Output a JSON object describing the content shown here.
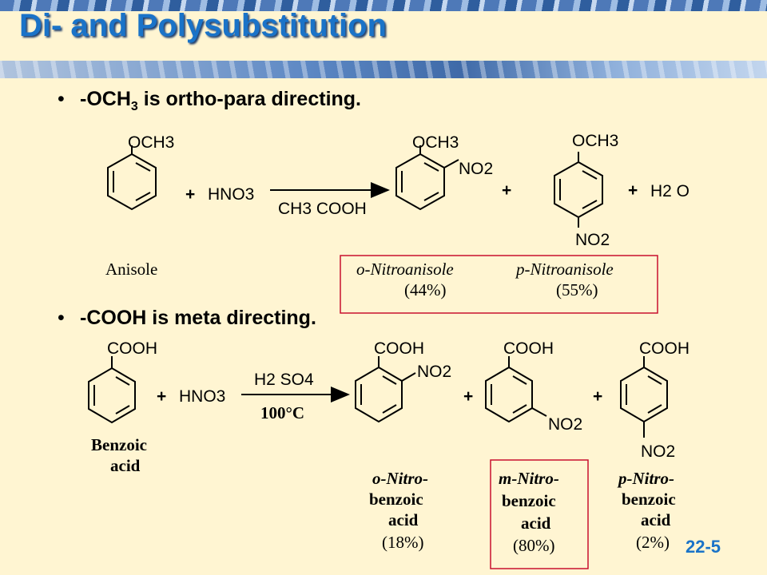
{
  "title": "Di- and Polysubstitution",
  "slide_number": "22-5",
  "bullets": [
    {
      "prefix": "-OCH",
      "subscript": "3",
      "rest": " is ortho-para directing."
    },
    {
      "text": "-COOH is meta directing."
    }
  ],
  "reaction1": {
    "substituent": "OCH3",
    "plus": "+",
    "reagent": "HNO3",
    "condition_below": "CH3 COOH",
    "product_ortho_group": "NO2",
    "product_para_group": "NO2",
    "byproduct": "H2 O",
    "reactant_name": "Anisole",
    "ortho_name": "o-Nitroanisole",
    "ortho_yield": "(44%)",
    "para_name": "p-Nitroanisole",
    "para_yield": "(55%)"
  },
  "reaction2": {
    "substituent": "COOH",
    "plus": "+",
    "reagent": "HNO3",
    "condition_above": "H2 SO4",
    "condition_below": "100°C",
    "product_group": "NO2",
    "reactant_name_line1": "Benzoic",
    "reactant_name_line2": "acid",
    "ortho_name_line1": "o-Nitro-",
    "ortho_name_line2": "benzoic",
    "ortho_name_line3": "acid",
    "ortho_yield": "(18%)",
    "meta_name_line1": "m-Nitro-",
    "meta_name_line2": "benzoic",
    "meta_name_line3": "acid",
    "meta_yield": "(80%)",
    "para_name_line1": "p-Nitro-",
    "para_name_line2": "benzoic",
    "para_name_line3": "acid",
    "para_yield": "(2%)"
  },
  "colors": {
    "title": "#1a73c8",
    "highlight_box": "#c8102e",
    "background": "#fff5d2"
  }
}
